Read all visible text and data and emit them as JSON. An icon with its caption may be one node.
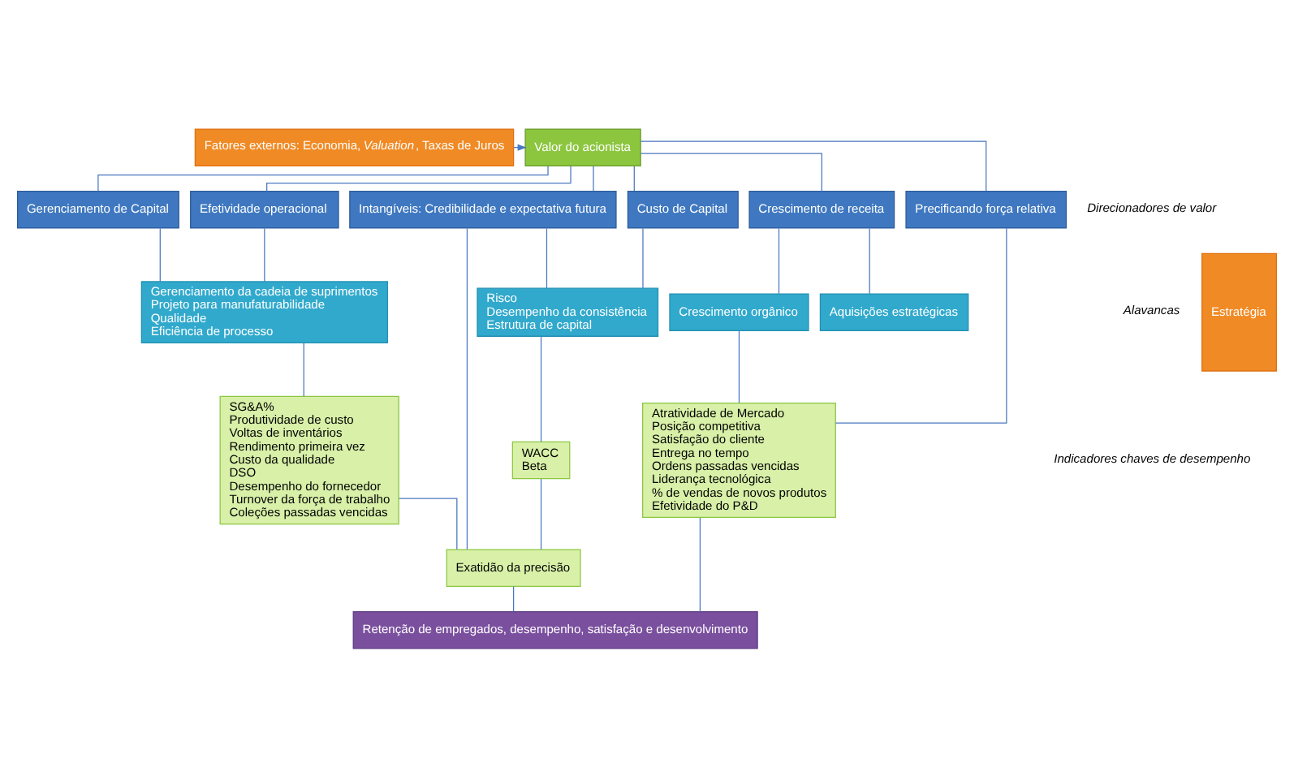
{
  "diagram": {
    "nodes": [
      {
        "text": [
          "Valor do acionista"
        ]
      },
      {
        "text": [
          "Fatores externos: Economia, *Valuation*, Taxas de Juros"
        ]
      },
      {
        "text": [
          "Estratégia"
        ]
      },
      {
        "text": [
          "Crescimento de receita"
        ]
      },
      {
        "text": [
          "Precificando força relativa"
        ]
      },
      {
        "text": [
          "Efetividade operacional"
        ]
      },
      {
        "text": [
          "Gerenciamento de Capital"
        ]
      },
      {
        "text": [
          "Custo de Capital"
        ]
      },
      {
        "text": [
          "Intangíveis: Credibilidade e expectativa futura"
        ]
      },
      {
        "text": [
          "Aquisições estratégicas"
        ]
      },
      {
        "text": [
          "Crescimento orgânico"
        ]
      },
      {
        "text": [
          "Gerenciamento da cadeia de suprimentos",
          "Projeto para manufaturabilidade",
          "Qualidade",
          "Eficiência de processo"
        ]
      },
      {
        "text": [
          "Risco",
          "Desempenho da consistência",
          "Estrutura de capital"
        ]
      },
      {
        "text": [
          "Atratividade de Mercado",
          "Posição competitiva",
          "Satisfação do cliente",
          "Entrega no tempo",
          "Ordens passadas vencidas",
          "Liderança tecnológica",
          "% de vendas de novos produtos",
          "Efetividade do P&D"
        ]
      },
      {
        "text": [
          "SG&A%",
          "Produtividade de custo",
          "Voltas de inventários",
          "Rendimento primeira vez",
          "Custo da qualidade",
          "DSO",
          "Desempenho do fornecedor",
          "Turnover da força de trabalho",
          "Coleções passadas vencidas"
        ]
      },
      {
        "text": [
          "WACC",
          "Beta"
        ]
      },
      {
        "text": [
          "Exatidão da precisão"
        ]
      },
      {
        "text": [
          "Retenção de empregados, desempenho, satisfação e desenvolvimento"
        ]
      }
    ],
    "edges": [
      {
        "from": 1,
        "to": 0,
        "arrow": "to"
      },
      {
        "from": 0,
        "to": 3,
        "arrow": "none"
      },
      {
        "from": 0,
        "to": 4,
        "arrow": "none"
      },
      {
        "from": 0,
        "to": 5,
        "arrow": "none"
      },
      {
        "from": 0,
        "to": 6,
        "arrow": "none"
      },
      {
        "from": 0,
        "to": 7,
        "arrow": "none"
      },
      {
        "from": 0,
        "to": 8,
        "arrow": "none"
      },
      {
        "from": 3,
        "to": 9,
        "arrow": "none"
      },
      {
        "from": 3,
        "to": 10,
        "arrow": "none"
      },
      {
        "from": 5,
        "to": 11,
        "arrow": "none"
      },
      {
        "from": 6,
        "to": 11,
        "arrow": "none"
      },
      {
        "from": 7,
        "to": 12,
        "arrow": "none"
      },
      {
        "from": 8,
        "to": 12,
        "arrow": "none"
      },
      {
        "from": 10,
        "to": 13,
        "arrow": "none"
      },
      {
        "from": 4,
        "to": 13,
        "arrow": "none"
      },
      {
        "from": 11,
        "to": 14,
        "arrow": "none"
      },
      {
        "from": 12,
        "to": 15,
        "arrow": "none"
      },
      {
        "from": 14,
        "to": 16,
        "arrow": "none"
      },
      {
        "from": 15,
        "to": 16,
        "arrow": "none"
      },
      {
        "from": 8,
        "to": 16,
        "arrow": "none"
      },
      {
        "from": 13,
        "to": 17,
        "arrow": "none"
      },
      {
        "from": 16,
        "to": 17,
        "arrow": "none"
      }
    ],
    "labels": [
      "Direcionadores de valor",
      "Alavancas",
      "Indicadores chaves de desempenho"
    ]
  }
}
